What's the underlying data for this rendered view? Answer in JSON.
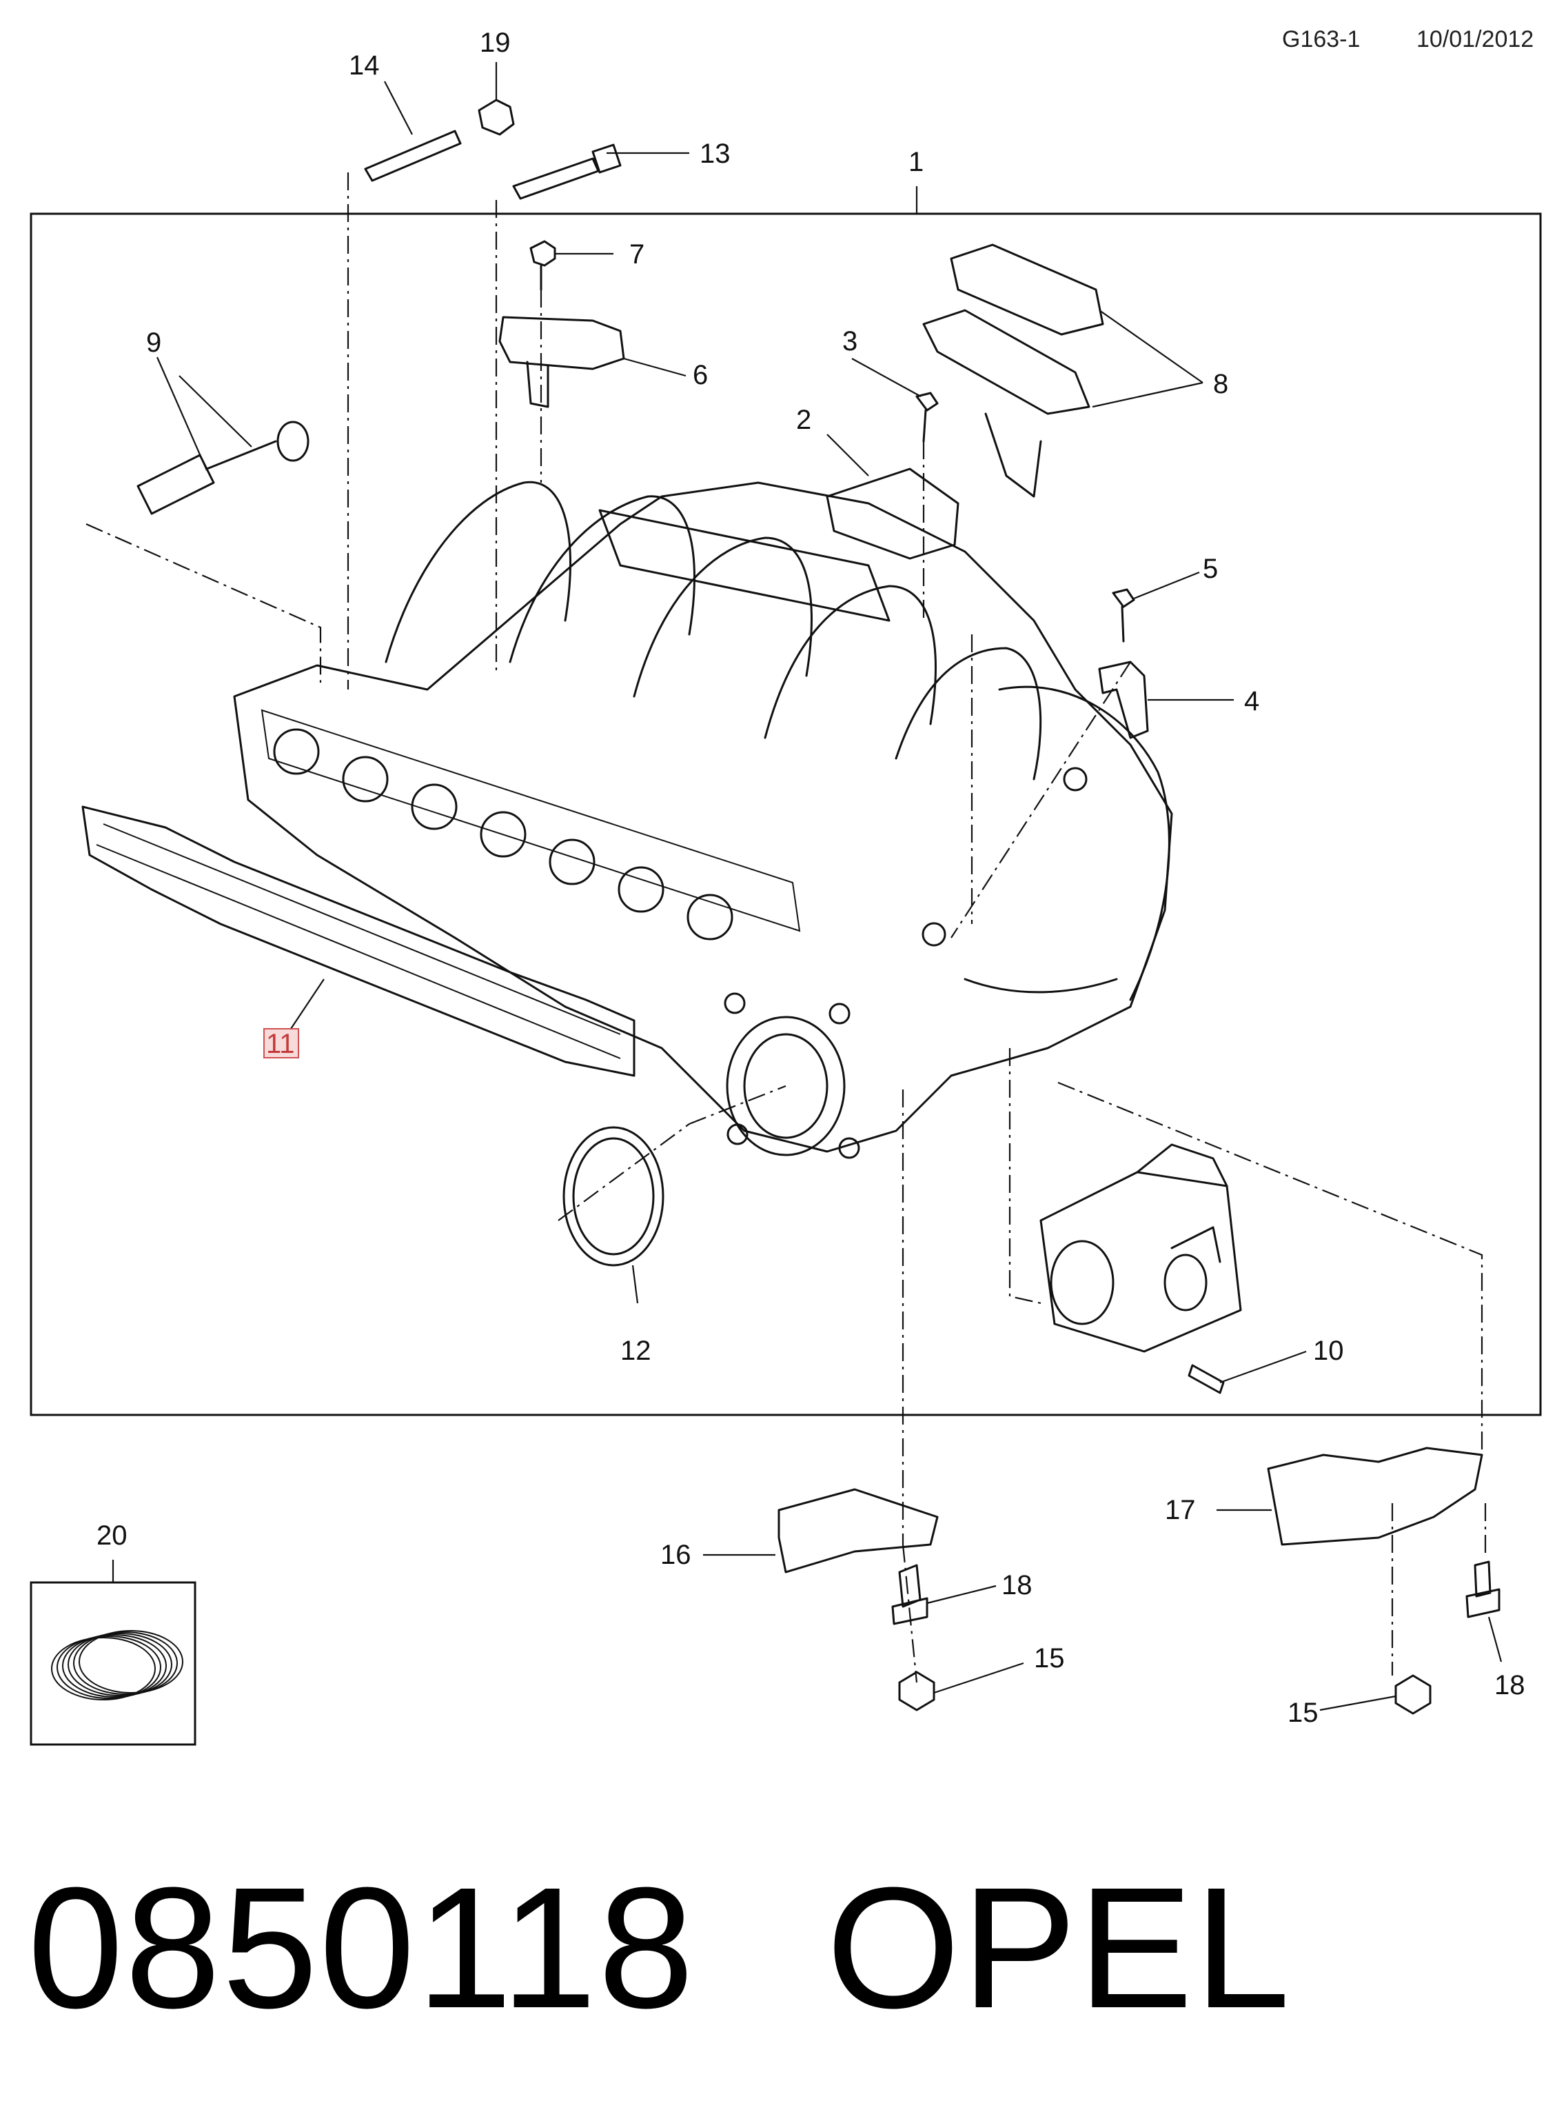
{
  "header": {
    "reference": "G163-1",
    "date": "10/01/2012"
  },
  "callouts": {
    "c1": "1",
    "c2": "2",
    "c3": "3",
    "c4": "4",
    "c5": "5",
    "c6": "6",
    "c7": "7",
    "c8": "8",
    "c9": "9",
    "c10": "10",
    "c11": "11",
    "c12": "12",
    "c13": "13",
    "c14": "14",
    "c15a": "15",
    "c15b": "15",
    "c16": "16",
    "c17": "17",
    "c18a": "18",
    "c18b": "18",
    "c19": "19",
    "c20": "20"
  },
  "footer": {
    "part_number": "0850118",
    "brand": "OPEL"
  }
}
